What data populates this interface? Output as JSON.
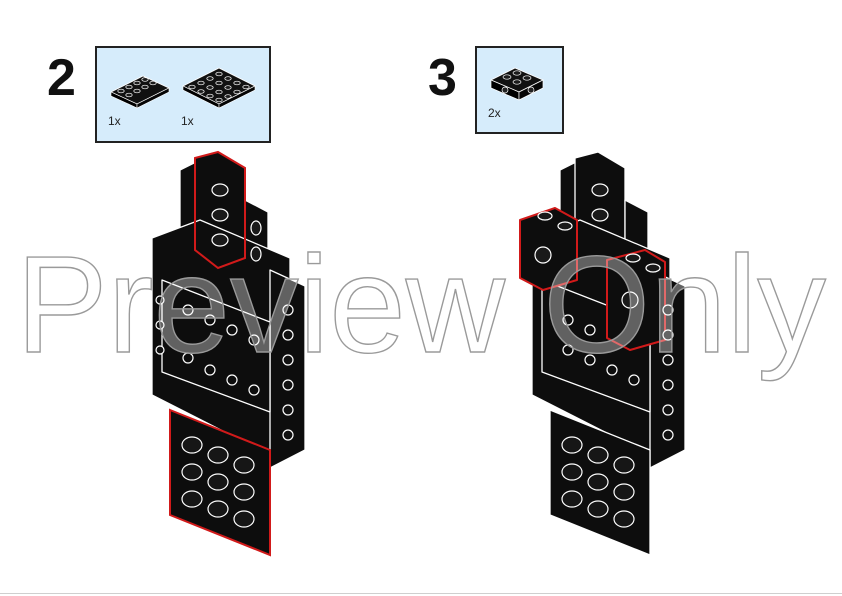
{
  "steps": [
    {
      "number": "2",
      "parts": [
        {
          "qty": "1x",
          "icon": "black-plate-2x4-icon"
        },
        {
          "qty": "1x",
          "icon": "black-plate-4x4-icon"
        }
      ]
    },
    {
      "number": "3",
      "parts": [
        {
          "qty": "2x",
          "icon": "black-bracket-plate-icon"
        }
      ]
    }
  ],
  "watermark": "Preview Only",
  "colors": {
    "brick": "#0d0d0d",
    "outline": "#ffffff",
    "highlight": "#d11a1a",
    "parts_bg": "#d6ecfb"
  }
}
